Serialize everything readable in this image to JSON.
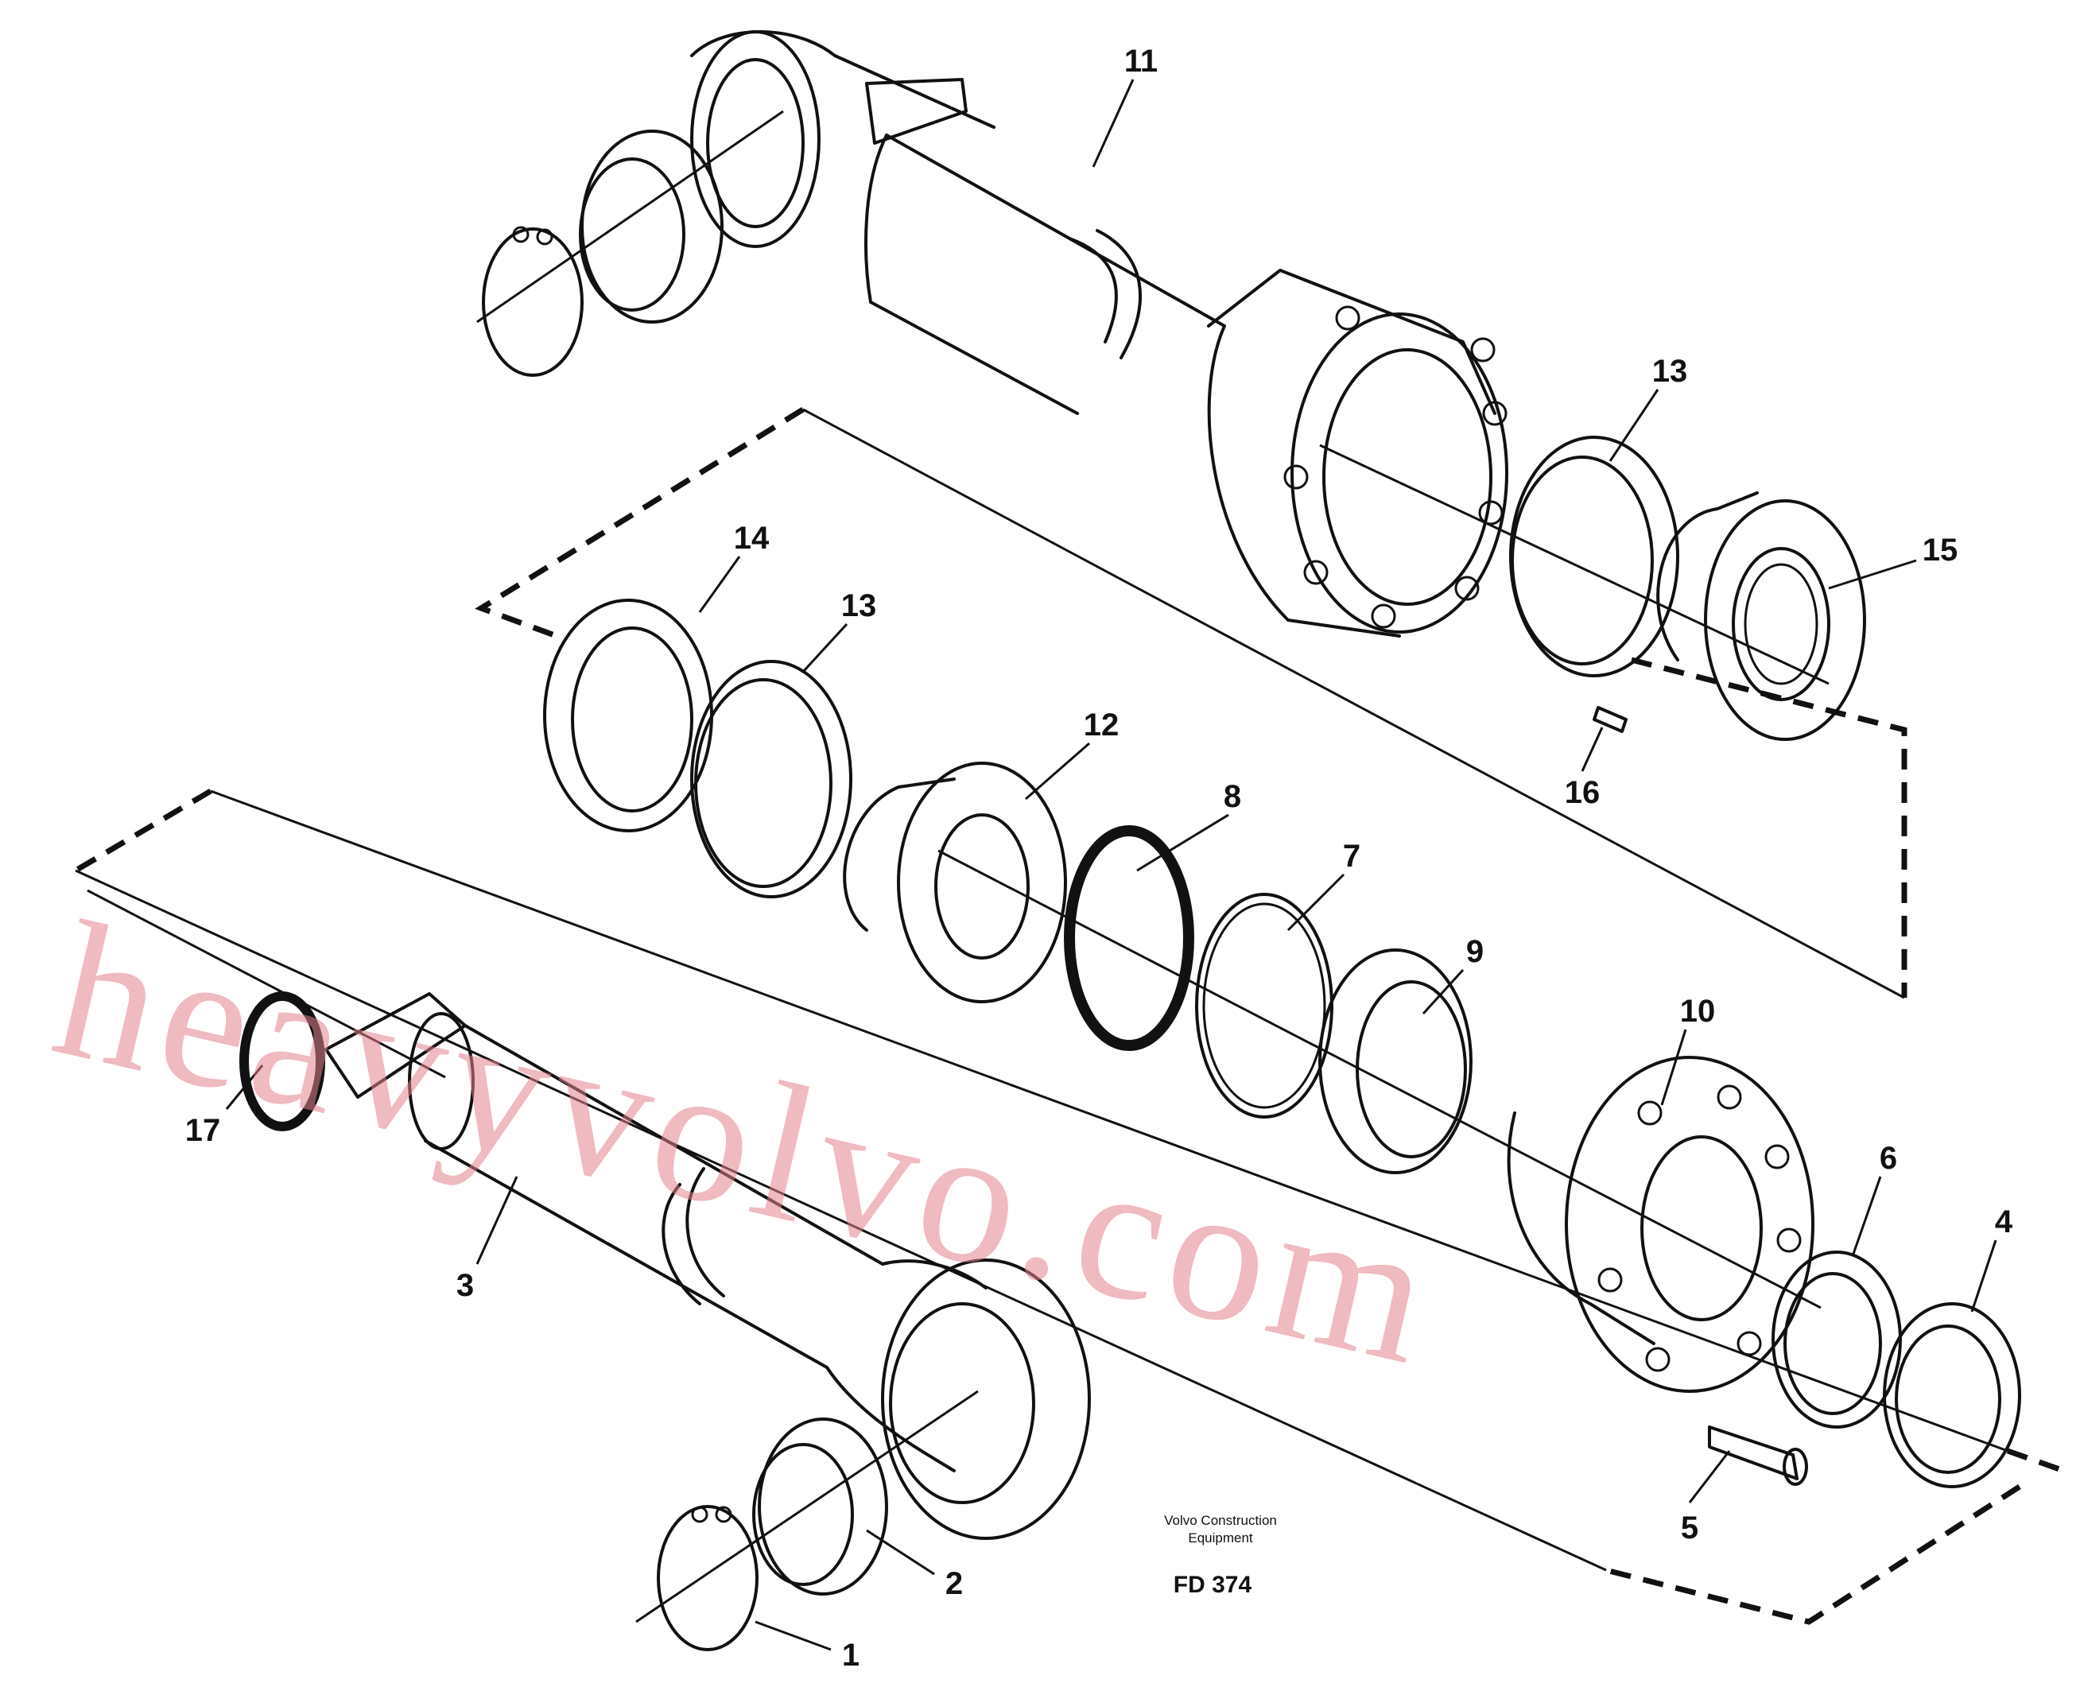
{
  "drawing": {
    "callouts": [
      {
        "id": "11",
        "label": "11"
      },
      {
        "id": "13a",
        "label": "13"
      },
      {
        "id": "14",
        "label": "14"
      },
      {
        "id": "13b",
        "label": "13"
      },
      {
        "id": "15",
        "label": "15"
      },
      {
        "id": "16",
        "label": "16"
      },
      {
        "id": "12",
        "label": "12"
      },
      {
        "id": "8",
        "label": "8"
      },
      {
        "id": "7",
        "label": "7"
      },
      {
        "id": "9",
        "label": "9"
      },
      {
        "id": "10",
        "label": "10"
      },
      {
        "id": "17",
        "label": "17"
      },
      {
        "id": "3",
        "label": "3"
      },
      {
        "id": "6",
        "label": "6"
      },
      {
        "id": "4",
        "label": "4"
      },
      {
        "id": "5",
        "label": "5"
      },
      {
        "id": "2",
        "label": "2"
      },
      {
        "id": "1",
        "label": "1"
      }
    ],
    "footer": {
      "company_line1": "Volvo Construction",
      "company_line2": "Equipment",
      "code": "FD 374"
    },
    "watermark": "heavyvolvo.com"
  }
}
